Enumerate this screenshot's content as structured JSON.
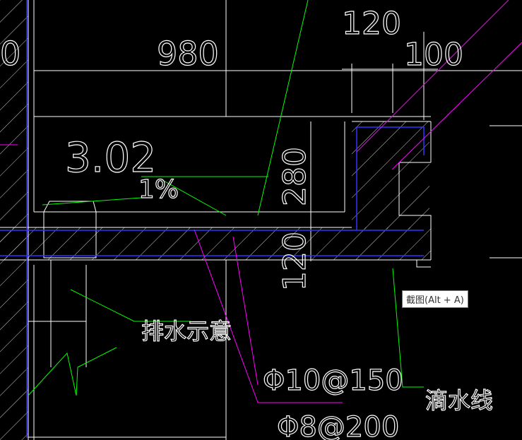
{
  "drawing": {
    "labels": {
      "dim_partial": "0",
      "dim_980": "980",
      "dim_120_top": "120",
      "dim_100": "100",
      "elevation": "3.02",
      "slope": "1%",
      "dim_280": "280",
      "dim_120_side": "120",
      "drainage_note": "排水示意",
      "rebar_1": "Φ10@150",
      "rebar_2": "Φ8@200",
      "drip_line": "滴水线"
    },
    "colors": {
      "line": "#ffffff",
      "leader": "#00ff00",
      "rebar": "#ff00ff",
      "slab": "#3333ff"
    }
  },
  "tooltip": {
    "text": "截图(Alt + A)"
  }
}
